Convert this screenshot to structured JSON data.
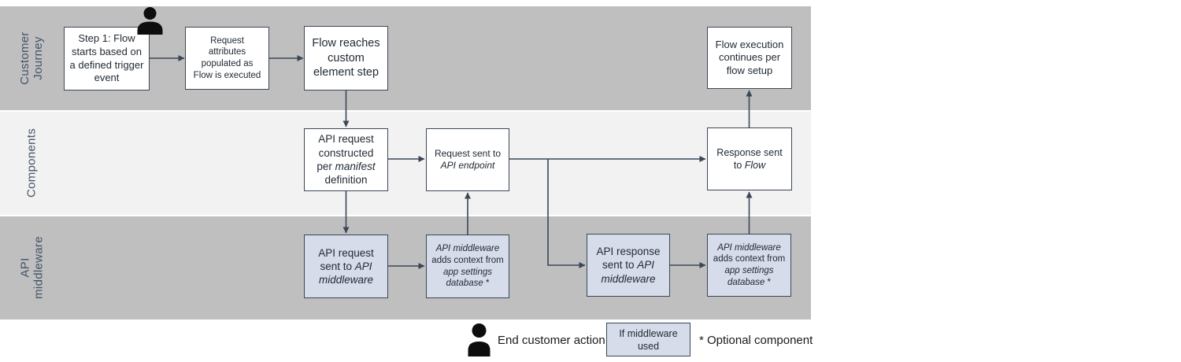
{
  "colors": {
    "lane_band_dark": "#BFBFBF",
    "lane_band_light": "#F2F2F2",
    "middleware_box_fill": "#D6DCE9",
    "box_border": "#3B4758",
    "arrow": "#3B4758",
    "box_text": "#222B35",
    "lane_label_text": "#44546A",
    "icon_black": "#0D0D0D"
  },
  "lanes": [
    {
      "label": "Customer Journey"
    },
    {
      "label": "Components"
    },
    {
      "label": "API middleware"
    }
  ],
  "boxes": {
    "step1": {
      "segments": [
        {
          "text": "Step 1: Flow starts based on a defined trigger event",
          "italic": false
        }
      ]
    },
    "request_attributes": {
      "segments": [
        {
          "text": "Request attributes populated as Flow is executed",
          "italic": false
        }
      ]
    },
    "flow_reaches": {
      "segments": [
        {
          "text": "Flow reaches custom element step",
          "italic": false
        }
      ]
    },
    "flow_execution": {
      "segments": [
        {
          "text": "Flow execution continues per flow setup",
          "italic": false
        }
      ]
    },
    "api_request_constructed": {
      "segments": [
        {
          "text": "API request constructed per ",
          "italic": false
        },
        {
          "text": "manifest",
          "italic": true
        },
        {
          "text": " definition",
          "italic": false
        }
      ]
    },
    "request_sent_endpoint": {
      "segments": [
        {
          "text": "Request sent to ",
          "italic": false
        },
        {
          "text": "API endpoint",
          "italic": true
        }
      ]
    },
    "response_sent_flow": {
      "segments": [
        {
          "text": "Response sent to ",
          "italic": false
        },
        {
          "text": "Flow",
          "italic": true
        }
      ]
    },
    "api_request_middleware": {
      "segments": [
        {
          "text": "API request sent to ",
          "italic": false
        },
        {
          "text": "API middleware",
          "italic": true
        }
      ]
    },
    "middleware_context_request": {
      "segments": [
        {
          "text": "API middleware",
          "italic": true
        },
        {
          "text": " adds context from ",
          "italic": false
        },
        {
          "text": "app settings database",
          "italic": true
        },
        {
          "text": " *",
          "italic": false
        }
      ]
    },
    "api_response_middleware": {
      "segments": [
        {
          "text": "API response sent to ",
          "italic": false
        },
        {
          "text": "API middleware",
          "italic": true
        }
      ]
    },
    "middleware_context_response": {
      "segments": [
        {
          "text": "API middleware",
          "italic": true
        },
        {
          "text": " adds context from ",
          "italic": false
        },
        {
          "text": "app settings database",
          "italic": true
        },
        {
          "text": " *",
          "italic": false
        }
      ]
    }
  },
  "legend": {
    "end_customer_label": "End customer action",
    "middleware_box_label": "If middleware used",
    "optional_label": "* Optional component"
  }
}
